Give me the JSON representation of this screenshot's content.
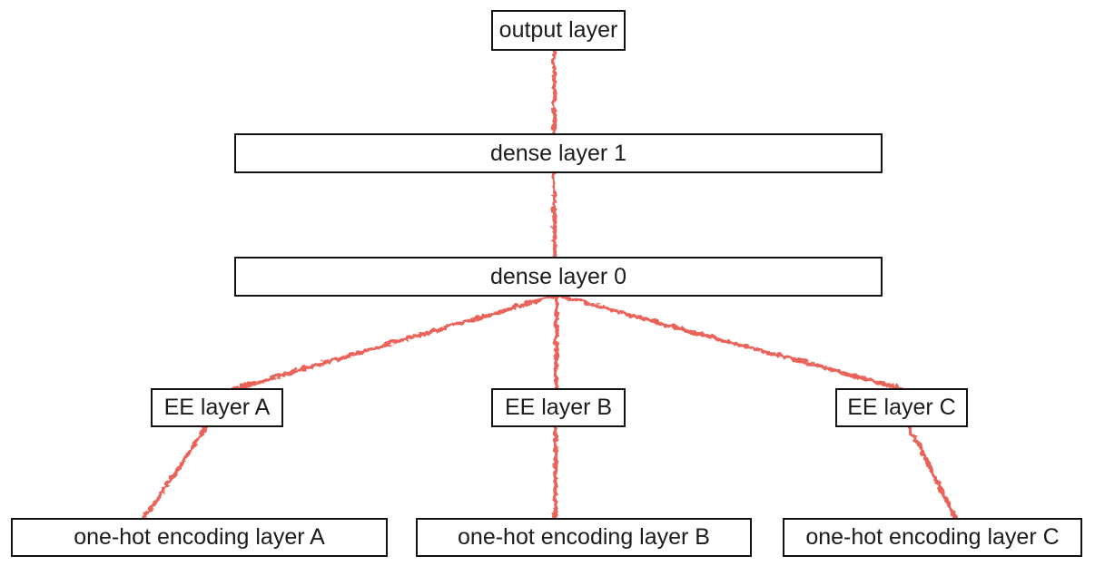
{
  "diagram": {
    "background": "#ffffff",
    "colors": {
      "connector": "#e9635a",
      "box_border": "#121212",
      "box_fill": "#ffffff",
      "text": "#1c1c1c"
    },
    "nodes": {
      "output": {
        "label": "output layer"
      },
      "dense1": {
        "label": "dense layer 1"
      },
      "dense0": {
        "label": "dense layer 0"
      },
      "ee_a": {
        "label": "EE layer A"
      },
      "ee_b": {
        "label": "EE layer B"
      },
      "ee_c": {
        "label": "EE layer C"
      },
      "onehot_a": {
        "label": "one-hot encoding layer A"
      },
      "onehot_b": {
        "label": "one-hot encoding layer B"
      },
      "onehot_c": {
        "label": "one-hot encoding layer C"
      }
    },
    "edges": [
      {
        "from": "output layer",
        "to": "dense layer 1"
      },
      {
        "from": "dense layer 1",
        "to": "dense layer 0"
      },
      {
        "from": "dense layer 0",
        "to": "EE layer A"
      },
      {
        "from": "dense layer 0",
        "to": "EE layer B"
      },
      {
        "from": "dense layer 0",
        "to": "EE layer C"
      },
      {
        "from": "EE layer A",
        "to": "one-hot encoding layer A"
      },
      {
        "from": "EE layer B",
        "to": "one-hot encoding layer B"
      },
      {
        "from": "EE layer C",
        "to": "one-hot encoding layer C"
      }
    ]
  }
}
